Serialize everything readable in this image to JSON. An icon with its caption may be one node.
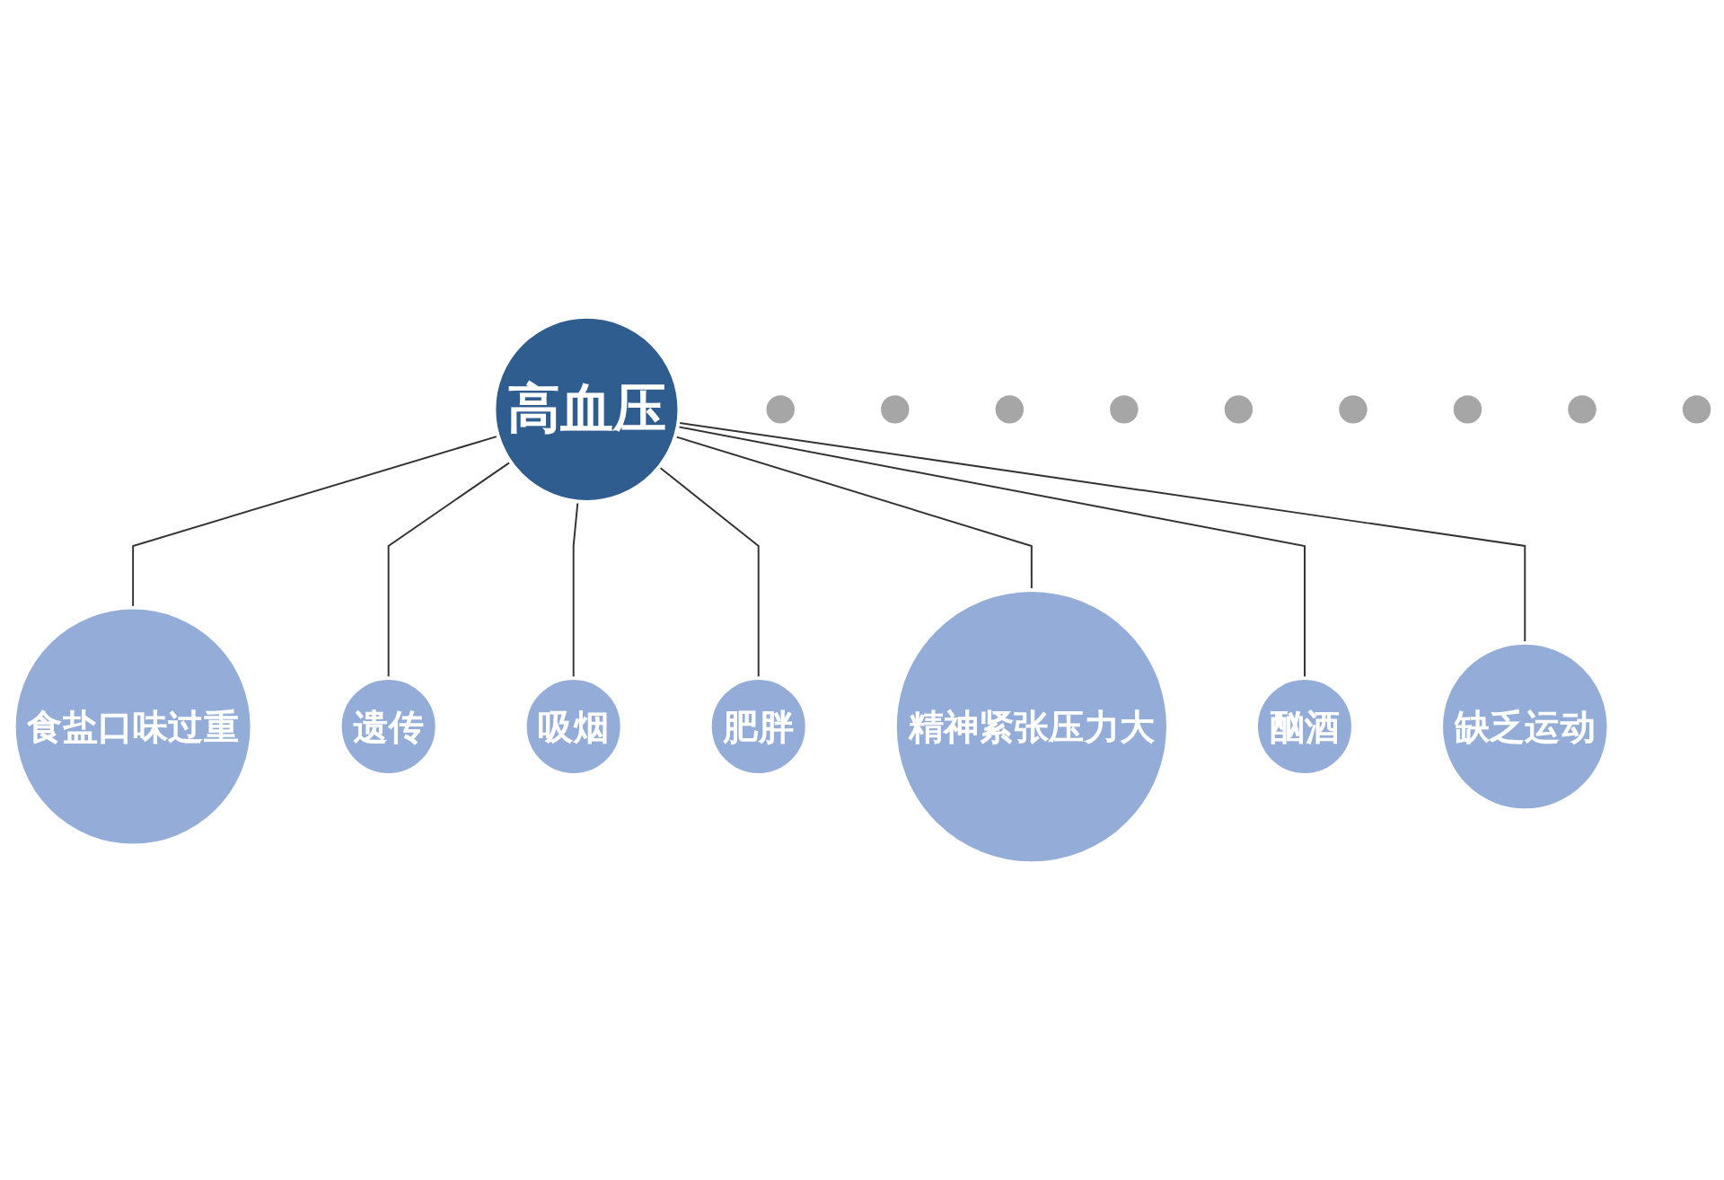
{
  "diagram": {
    "nodes": [
      {
        "text": [
          "高血压"
        ]
      },
      {
        "text": [
          "食盐口味过重"
        ]
      },
      {
        "text": [
          "遗传"
        ]
      },
      {
        "text": [
          "吸烟"
        ]
      },
      {
        "text": [
          "肥胖"
        ]
      },
      {
        "text": [
          "精神紧张压力大"
        ]
      },
      {
        "text": [
          "酗酒"
        ]
      },
      {
        "text": [
          "缺乏运动"
        ]
      },
      {
        "text": [],
        "shape": "circle"
      },
      {
        "text": [],
        "shape": "circle"
      },
      {
        "text": [],
        "shape": "circle"
      },
      {
        "text": [],
        "shape": "circle"
      },
      {
        "text": [],
        "shape": "circle"
      },
      {
        "text": [],
        "shape": "circle"
      },
      {
        "text": [],
        "shape": "circle"
      },
      {
        "text": [],
        "shape": "circle"
      },
      {
        "text": [],
        "shape": "circle"
      }
    ],
    "edges": [
      {
        "from": 0,
        "to": 1,
        "arrow": "none"
      },
      {
        "from": 0,
        "to": 2,
        "arrow": "none"
      },
      {
        "from": 0,
        "to": 3,
        "arrow": "none"
      },
      {
        "from": 0,
        "to": 4,
        "arrow": "none"
      },
      {
        "from": 0,
        "to": 5,
        "arrow": "none"
      },
      {
        "from": 0,
        "to": 6,
        "arrow": "none"
      },
      {
        "from": 0,
        "to": 7,
        "arrow": "none"
      }
    ]
  }
}
